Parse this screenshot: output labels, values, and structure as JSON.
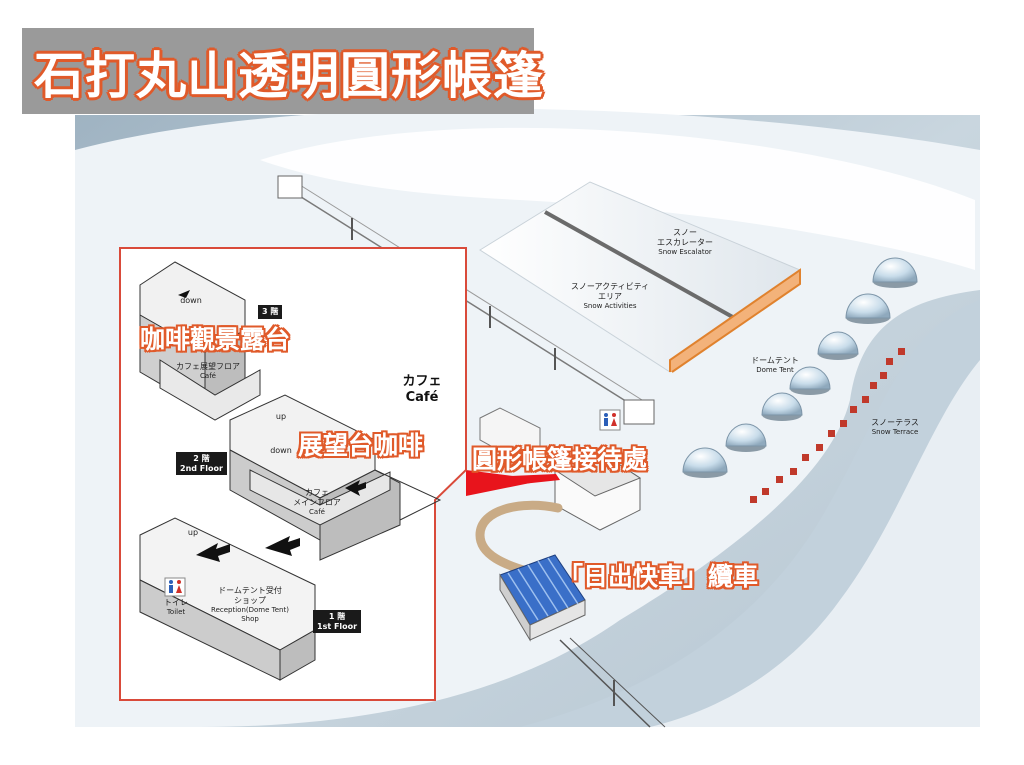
{
  "title": "石打丸山透明圓形帳篷",
  "callouts": {
    "cafe_terrace": "咖啡觀景露台",
    "cafe_main": "展望台咖啡",
    "reception": "圓形帳篷接待處",
    "gondola": "「日出快車」纜車"
  },
  "labels": {
    "snow_escalator_jp1": "スノー",
    "snow_escalator_jp2": "エスカレーター",
    "snow_escalator_en": "Snow Escalator",
    "snow_activities_jp1": "スノーアクティビティ",
    "snow_activities_jp2": "エリア",
    "snow_activities_en": "Snow Activities",
    "dome_tent_jp": "ドームテント",
    "dome_tent_en": "Dome Tent",
    "snow_terrace_jp": "スノーテラス",
    "snow_terrace_en": "Snow Terrace",
    "cafe_jp": "カフェ",
    "cafe_en": "Café",
    "cafe_deck_jp": "カフェ展望フロア",
    "cafe_deck_en": "Café",
    "cafe_main_jp1": "カフェ",
    "cafe_main_jp2": "メインフロア",
    "cafe_main_en": "Café",
    "toilet_jp": "トイレ",
    "toilet_en": "Toilet",
    "reception_jp1": "ドームテント受付",
    "reception_jp2": "ショップ",
    "reception_en1": "Reception(Dome Tent)",
    "reception_en2": "Shop",
    "floor3_jp": "3 階",
    "floor2_jp": "2 階",
    "floor2_en": "2nd Floor",
    "floor1_jp": "1 階",
    "floor1_en": "1st Floor",
    "down": "down",
    "up": "up"
  },
  "colors": {
    "accent": "#e05a2a",
    "inset_border": "#d94a3a",
    "red_wedge": "#e8141c",
    "gondola_blue": "#3a6fc8"
  }
}
